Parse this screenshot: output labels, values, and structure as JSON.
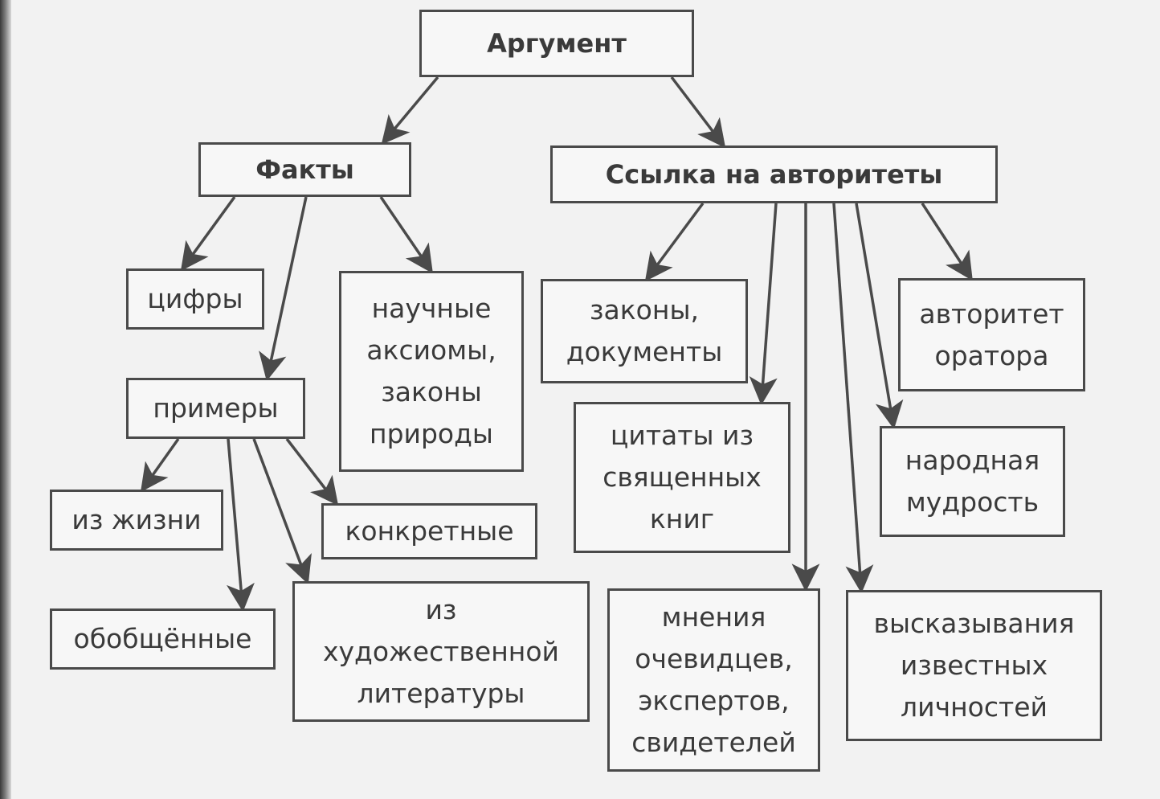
{
  "nodes": {
    "root": "Аргумент",
    "facts": "Факты",
    "authorities": "Ссылка на авторитеты",
    "digits": "цифры",
    "axioms": "научные\nаксиомы,\nзаконы\nприроды",
    "examples": "примеры",
    "from_life": "из жизни",
    "concrete": "конкретные",
    "generalized": "обобщённые",
    "literature": "из\nхудожественной\nлитературы",
    "laws_documents": "законы,\nдокументы",
    "sacred_quotes": "цитаты из\nсвященных\nкниг",
    "orator_authority": "авторитет\nоратора",
    "folk_wisdom": "народная\nмудрость",
    "opinions": "мнения\nочевидцев,\nэкспертов,\nсвидетелей",
    "famous_sayings": "высказывания\nизвестных\nличностей"
  },
  "edges": [
    [
      "root",
      "facts"
    ],
    [
      "root",
      "authorities"
    ],
    [
      "facts",
      "digits"
    ],
    [
      "facts",
      "examples"
    ],
    [
      "facts",
      "axioms"
    ],
    [
      "examples",
      "from_life"
    ],
    [
      "examples",
      "generalized"
    ],
    [
      "examples",
      "literature"
    ],
    [
      "examples",
      "concrete"
    ],
    [
      "authorities",
      "laws_documents"
    ],
    [
      "authorities",
      "sacred_quotes"
    ],
    [
      "authorities",
      "opinions"
    ],
    [
      "authorities",
      "famous_sayings"
    ],
    [
      "authorities",
      "folk_wisdom"
    ],
    [
      "authorities",
      "orator_authority"
    ]
  ],
  "colors": {
    "line": "#4a4a4a",
    "text": "#3a3a3a",
    "background": "#f2f2f2"
  }
}
